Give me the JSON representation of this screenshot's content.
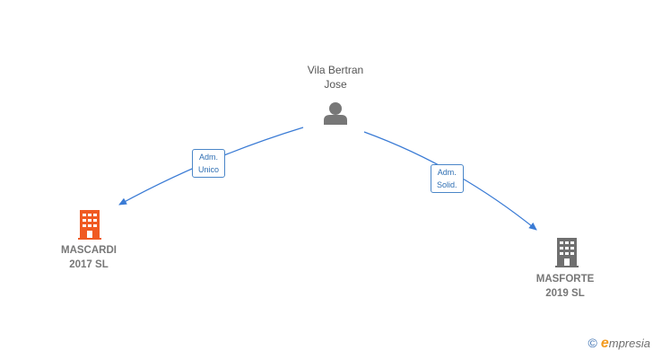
{
  "nodes": {
    "person": {
      "line1": "Vila Bertran",
      "line2": "Jose",
      "icon": "person-icon",
      "color": "#777777"
    },
    "company_left": {
      "line1": "MASCARDI",
      "line2": "2017  SL",
      "icon": "building-icon",
      "color": "#f05a22"
    },
    "company_right": {
      "line1": "MASFORTE",
      "line2": "2019  SL",
      "icon": "building-icon",
      "color": "#6f6f6f"
    }
  },
  "edges": {
    "left": {
      "line1": "Adm.",
      "line2": "Unico",
      "color": "#3a7bd5"
    },
    "right": {
      "line1": "Adm.",
      "line2": "Solid.",
      "color": "#3a7bd5"
    }
  },
  "brand": {
    "copyright": "©",
    "initial": "e",
    "rest": "mpresia"
  }
}
